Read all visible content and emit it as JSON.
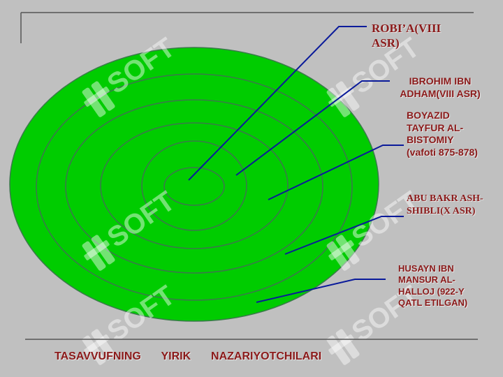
{
  "colors": {
    "background": "#c0c0c0",
    "disc_fill": "#00cc00",
    "ring_stroke": "#3a7a4a",
    "leader_line": "#0a1a9a",
    "label_text": "#8b1a1a",
    "watermark": "#ffffff"
  },
  "watermark": {
    "text": "SOFT",
    "icon": "soft-logo-icon"
  },
  "labels": [
    "ROBI’A(VIII ASR)",
    "IBROHIM IBN ADHAM(VIII ASR)",
    "BOYAZID TAYFUR AL-BISTOMIY (vafoti 875-878)",
    "ABU BAKR ASH-SHIBLI(X ASR)",
    "HUSAYN IBN MANSUR AL-HALLOJ (922-Y QATL ETILGAN)"
  ],
  "footer": {
    "title": "TASAVVUFNING  YIRIK  NAZARIYOTCHILARI"
  }
}
